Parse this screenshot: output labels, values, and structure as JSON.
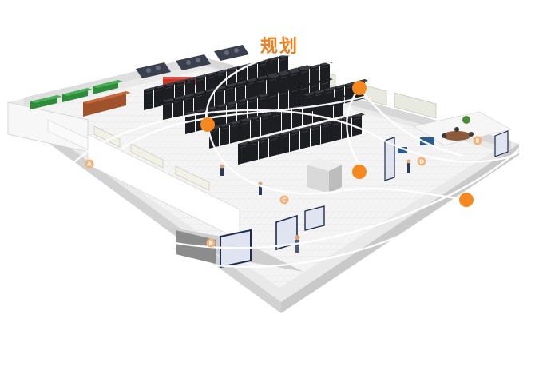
{
  "title": "规划",
  "zones": [
    {
      "id": "zone-a",
      "label": "A"
    },
    {
      "id": "zone-b",
      "label": "B"
    },
    {
      "id": "zone-c",
      "label": "C"
    },
    {
      "id": "zone-d",
      "label": "D"
    },
    {
      "id": "zone-e",
      "label": "E"
    }
  ],
  "colors": {
    "accent": "#f5891f",
    "zone_badge": "#f3b37a",
    "rack": "#1f2023",
    "floor": "#f2f2f2",
    "wall": "#e6e6e6"
  }
}
